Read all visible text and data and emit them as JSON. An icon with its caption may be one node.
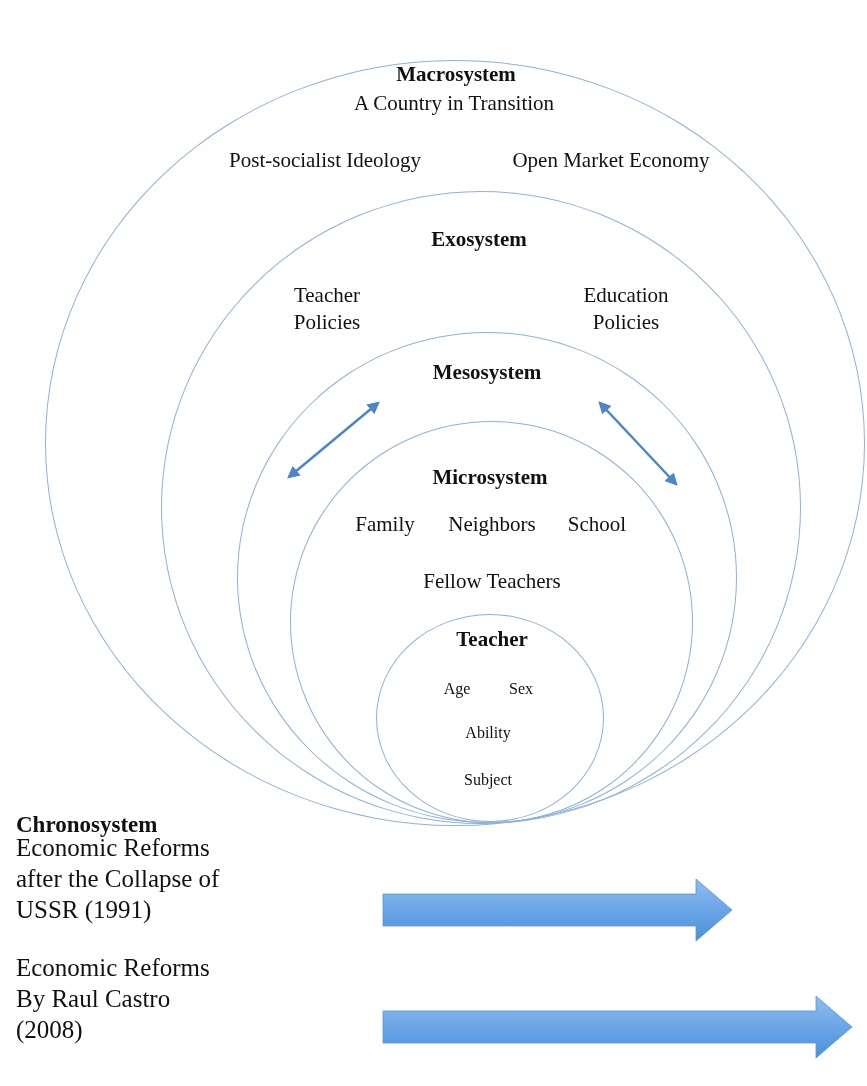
{
  "diagram": {
    "nodes": [
      {
        "text": [
          "Macrosystem",
          "A Country in Transition",
          "Post-socialist Ideology",
          "Open Market Economy"
        ]
      },
      {
        "text": [
          "Exosystem",
          "Teacher Policies",
          "Education Policies"
        ],
        "in": 0
      },
      {
        "text": [
          "Mesosystem"
        ],
        "in": 1
      },
      {
        "text": [
          "Microsystem",
          "Family",
          "Neighbors",
          "School",
          "Fellow Teachers"
        ],
        "in": 2
      },
      {
        "text": [
          "Teacher",
          "Age",
          "Sex",
          "Ability",
          "Subject"
        ],
        "in": 3
      }
    ],
    "labels": [
      "Chronosystem",
      "Economic Reforms after the Collapse of USSR (1991)",
      "Economic Reforms By Raul Castro (2008)"
    ]
  }
}
